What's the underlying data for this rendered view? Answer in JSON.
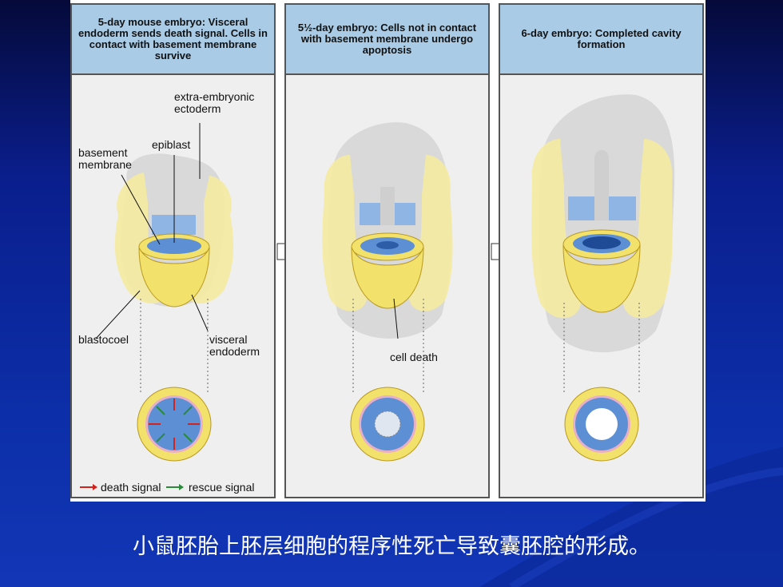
{
  "panels": [
    {
      "title": "5-day mouse embryo: Visceral endoderm sends death signal.  Cells in contact with basement membrane survive"
    },
    {
      "title_part1": "5",
      "title_frac": "½",
      "title_part2": "-day embryo: Cells not in contact with basement membrane undergo apoptosis"
    },
    {
      "title": "6-day embryo: Completed cavity formation"
    }
  ],
  "labels": {
    "extra_embryonic_ectoderm": "extra-embryonic ectoderm",
    "epiblast": "epiblast",
    "basement_membrane": "basement membrane",
    "blastocoel": "blastocoel",
    "visceral_endoderm": "visceral endoderm",
    "cell_death": "cell death"
  },
  "legend": {
    "death_signal": "death signal",
    "rescue_signal": "rescue signal",
    "death_color": "#d3231e",
    "rescue_color": "#2a8a3a"
  },
  "caption": "小鼠胚胎上胚层细胞的程序性死亡导致囊胚腔的形成。",
  "colors": {
    "background": "#0c2ea8",
    "header": "#a9cbe6",
    "yolk": "#f2e16a",
    "blue": "#5d8fd4",
    "pink": "#e7b0c8"
  }
}
